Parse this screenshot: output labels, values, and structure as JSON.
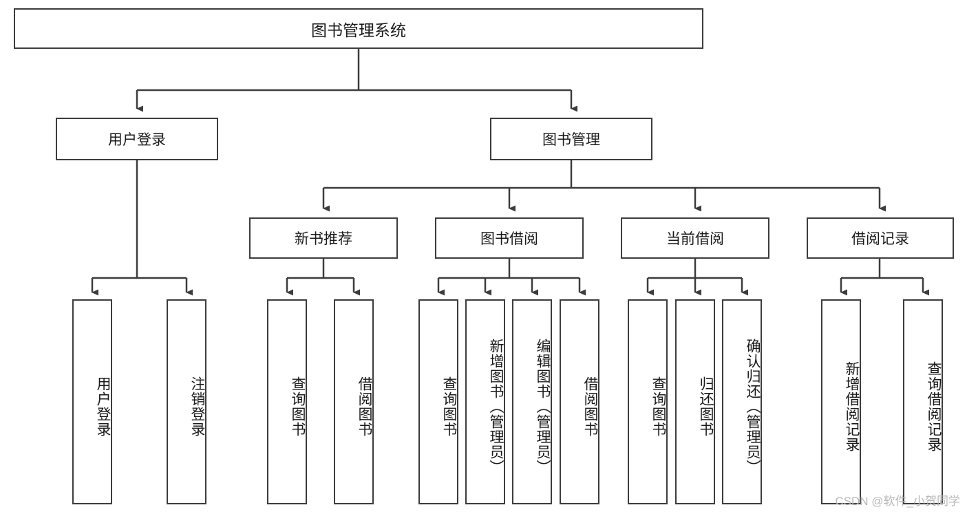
{
  "diagram": {
    "title": "图书管理系统",
    "type": "hierarchy-tree",
    "root": {
      "label": "图书管理系统"
    },
    "level2": [
      {
        "label": "用户登录"
      },
      {
        "label": "图书管理"
      }
    ],
    "level3": [
      {
        "label": "新书推荐"
      },
      {
        "label": "图书借阅"
      },
      {
        "label": "当前借阅"
      },
      {
        "label": "借阅记录"
      }
    ],
    "leaves": {
      "user_login": [
        {
          "label": "用户登录"
        },
        {
          "label": "注销登录"
        }
      ],
      "new_book_recommend": [
        {
          "label": "查询图书"
        },
        {
          "label": "借阅图书"
        }
      ],
      "book_borrow": [
        {
          "label": "查询图书"
        },
        {
          "label": "新增图书（管理员）"
        },
        {
          "label": "编辑图书（管理员）"
        },
        {
          "label": "借阅图书"
        }
      ],
      "current_borrow": [
        {
          "label": "查询图书"
        },
        {
          "label": "归还图书"
        },
        {
          "label": "确认归还（管理员）"
        }
      ],
      "borrow_record": [
        {
          "label": "新增借阅记录"
        },
        {
          "label": "查询借阅记录"
        }
      ]
    }
  },
  "watermark": {
    "text": "CSDN @软件_小贺同学"
  },
  "colors": {
    "stroke": "#3c3c3c",
    "text": "#1a1a1a",
    "background": "#ffffff",
    "watermark": "#b7b7b7"
  }
}
